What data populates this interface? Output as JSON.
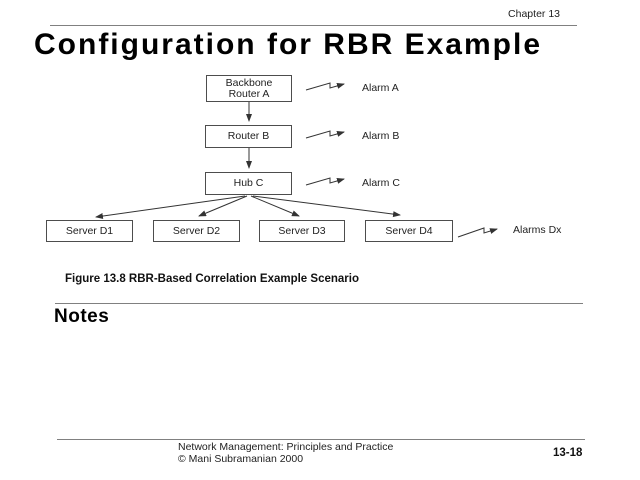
{
  "colors": {
    "ink": "#1a1a1a",
    "divider_gray": "#808080",
    "diagram_line": "#333333",
    "box_border": "#4d4d4d"
  },
  "header": {
    "chapter_label": "Chapter 13"
  },
  "title": "Configuration for RBR Example",
  "diagram": {
    "nodes": {
      "backbone_router_a": {
        "line1": "Backbone",
        "line2": "Router A"
      },
      "router_b": {
        "label": "Router B"
      },
      "hub_c": {
        "label": "Hub C"
      },
      "server_d1": {
        "label": "Server D1"
      },
      "server_d2": {
        "label": "Server D2"
      },
      "server_d3": {
        "label": "Server D3"
      },
      "server_d4": {
        "label": "Server D4"
      }
    },
    "alarm_labels": {
      "a": "Alarm A",
      "b": "Alarm B",
      "c": "Alarm C",
      "dx": "Alarms Dx"
    },
    "icons": {
      "alarm_indicator": "zigzag-arrow",
      "connector": "filled-triangle-arrow"
    }
  },
  "caption": "Figure 13.8 RBR-Based Correlation Example Scenario",
  "notes": {
    "heading": "Notes"
  },
  "footer": {
    "line1": "Network Management: Principles and Practice",
    "line2": "© Mani Subramanian 2000",
    "page_number": "13-18"
  }
}
